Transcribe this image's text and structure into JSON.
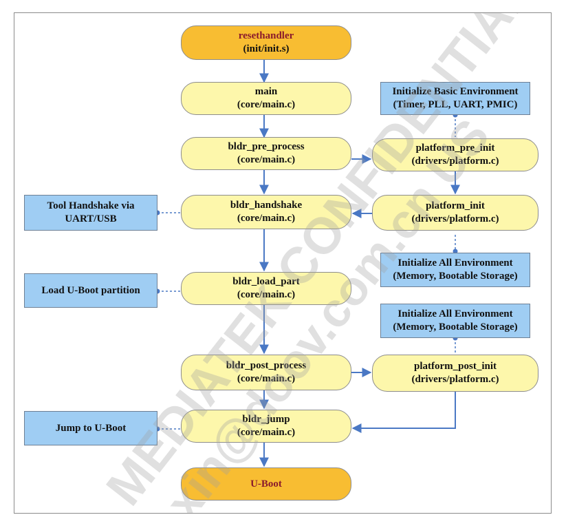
{
  "watermark": {
    "line1": "MEDIATEK CONFIDENTIAL",
    "line2": "xin@doov.com.cn US"
  },
  "nodes": {
    "resethandler": {
      "name": "resethandler",
      "file": "(init/init.s)"
    },
    "main": {
      "name": "main",
      "file": "(core/main.c)"
    },
    "bldr_pre_process": {
      "name": "bldr_pre_process",
      "file": "(core/main.c)"
    },
    "bldr_handshake": {
      "name": "bldr_handshake",
      "file": "(core/main.c)"
    },
    "bldr_load_part": {
      "name": "bldr_load_part",
      "file": "(core/main.c)"
    },
    "bldr_post_process": {
      "name": "bldr_post_process",
      "file": "(core/main.c)"
    },
    "bldr_jump": {
      "name": "bldr_jump",
      "file": "(core/main.c)"
    },
    "uboot": {
      "name": "U-Boot"
    },
    "platform_pre_init": {
      "name": "platform_pre_init",
      "file": "(drivers/platform.c)"
    },
    "platform_init": {
      "name": "platform_init",
      "file": "(drivers/platform.c)"
    },
    "platform_post_init": {
      "name": "platform_post_init",
      "file": "(drivers/platform.c)"
    }
  },
  "notes": {
    "init_basic": {
      "line1": "Initialize Basic Environment",
      "line2": "(Timer, PLL, UART, PMIC)"
    },
    "init_all_1": {
      "line1": "Initialize All Environment",
      "line2": "(Memory, Bootable Storage)"
    },
    "init_all_2": {
      "line1": "Initialize All Environment",
      "line2": "(Memory, Bootable Storage)"
    },
    "tool_handshake": {
      "line1": "Tool Handshake via",
      "line2": "UART/USB"
    },
    "load_uboot": {
      "line1": "Load U-Boot partition"
    },
    "jump_uboot": {
      "line1": "Jump to U-Boot"
    }
  },
  "colors": {
    "pill_fill": "#fdf7ab",
    "terminal_fill": "#f8bd32",
    "terminal_text": "#8a1a2c",
    "note_fill": "#9fcdf3",
    "arrow": "#4a78c4"
  }
}
